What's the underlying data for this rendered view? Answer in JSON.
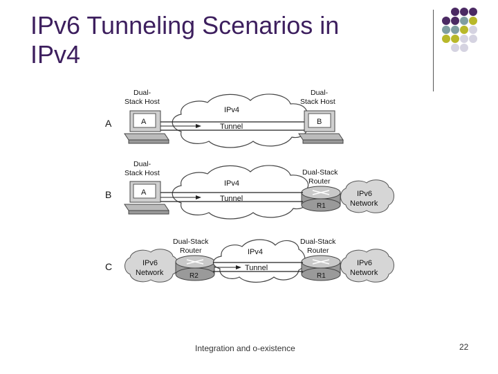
{
  "slide": {
    "title_line1": "IPv6 Tunneling Scenarios in",
    "title_line2": "IPv4",
    "footer": "Integration and o-existence",
    "page_number": "22",
    "colors": {
      "title": "#3d1f5e",
      "dot_purple": "#4b2a63",
      "dot_teal": "#7f9ea2",
      "dot_olive": "#b8b82a",
      "dot_lavender": "#d5d3e1"
    }
  },
  "diagram": {
    "scenarios": [
      {
        "letter": "A",
        "left": {
          "kind": "host",
          "label_line1": "Dual-",
          "label_line2": "Stack Host",
          "screen": "A"
        },
        "cloud": {
          "label": "IPv4",
          "tunnel": "Tunnel"
        },
        "right": {
          "kind": "host",
          "label_line1": "Dual-",
          "label_line2": "Stack Host",
          "screen": "B"
        }
      },
      {
        "letter": "B",
        "left": {
          "kind": "host",
          "label_line1": "Dual-",
          "label_line2": "Stack Host",
          "screen": "A"
        },
        "cloud": {
          "label": "IPv4",
          "tunnel": "Tunnel"
        },
        "right": {
          "kind": "router",
          "label_line1": "Dual-Stack",
          "label_line2": "Router",
          "router_name": "R1"
        },
        "right_network": {
          "line1": "IPv6",
          "line2": "Network"
        }
      },
      {
        "letter": "C",
        "left_network": {
          "line1": "IPv6",
          "line2": "Network"
        },
        "left": {
          "kind": "router",
          "label_line1": "Dual-Stack",
          "label_line2": "Router",
          "router_name": "R2"
        },
        "cloud": {
          "label": "IPv4",
          "tunnel": "Tunnel"
        },
        "right": {
          "kind": "router",
          "label_line1": "Dual-Stack",
          "label_line2": "Router",
          "router_name": "R1"
        },
        "right_network": {
          "line1": "IPv6",
          "line2": "Network"
        }
      }
    ]
  }
}
